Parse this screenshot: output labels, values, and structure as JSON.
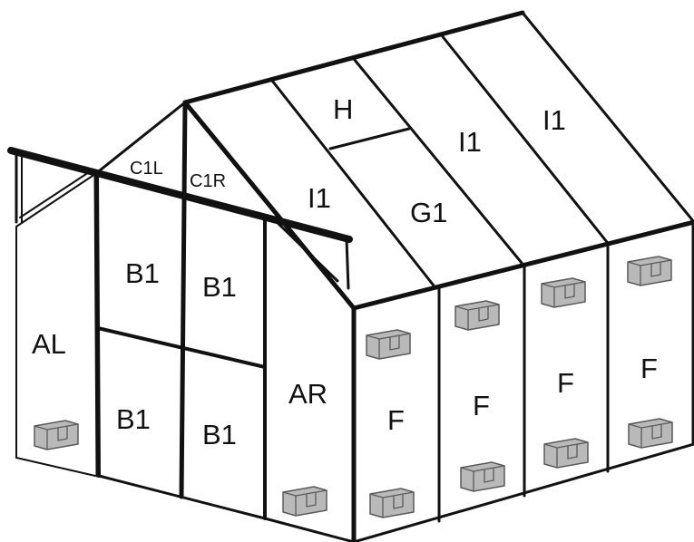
{
  "colors": {
    "frame": "#111111",
    "glass": "#ffffff",
    "clip_fill": "#b9b9b9",
    "clip_stroke": "#5a5a5a",
    "background": "#ffffff"
  },
  "panels": {
    "left_wall": "AL",
    "gable_left": "C1L",
    "gable_right": "C1R",
    "door_top_left": "B1",
    "door_top_right": "B1",
    "door_bottom_left": "B1",
    "door_bottom_right": "B1",
    "front_right_wall": "AR",
    "roof_front": "I1",
    "roof_vent": "H",
    "roof_center": "G1",
    "roof_mid": "I1",
    "roof_back": "I1",
    "side_1": "F",
    "side_2": "F",
    "side_3": "F",
    "side_4": "F"
  },
  "icons": {
    "clip": "glazing-clip-icon"
  }
}
